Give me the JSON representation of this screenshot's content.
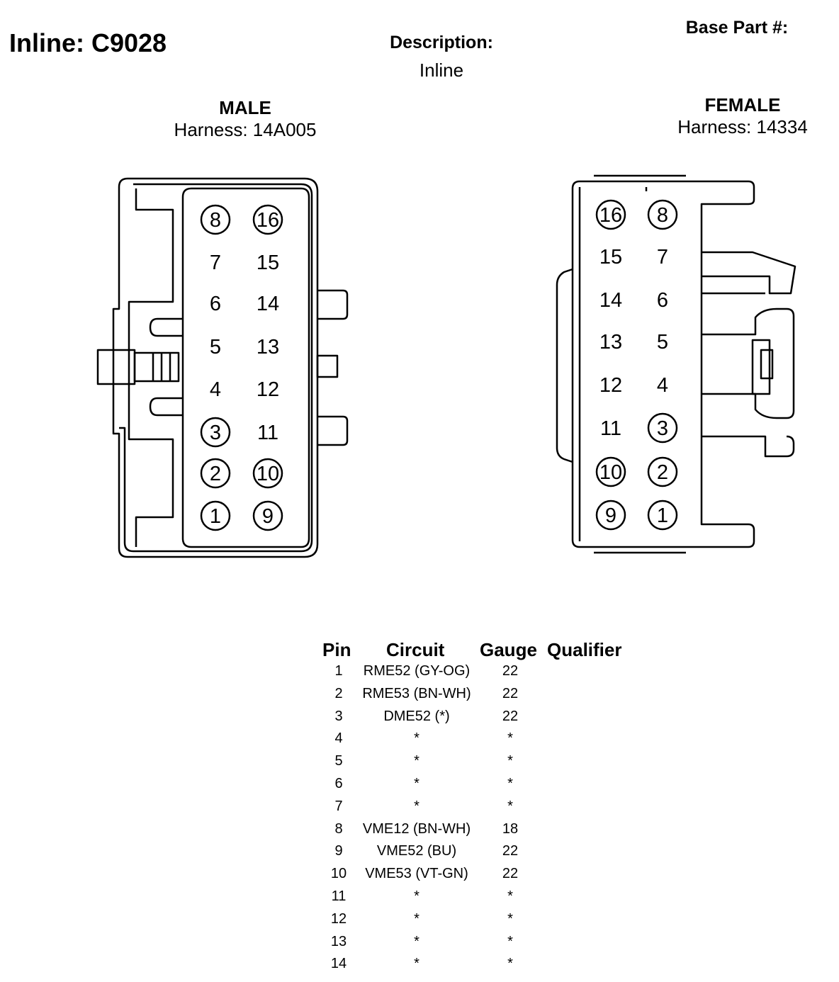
{
  "header": {
    "title": "Inline: C9028",
    "description_label": "Description:",
    "description_value": "Inline",
    "base_part_label": "Base Part #:"
  },
  "male": {
    "label": "MALE",
    "harness": "Harness: 14A005",
    "pin_rows": [
      [
        "8",
        "16"
      ],
      [
        "7",
        "15"
      ],
      [
        "6",
        "14"
      ],
      [
        "5",
        "13"
      ],
      [
        "4",
        "12"
      ],
      [
        "3",
        "11"
      ],
      [
        "2",
        "10"
      ],
      [
        "1",
        "9"
      ]
    ],
    "circled": [
      "8",
      "16",
      "3",
      "2",
      "10",
      "1",
      "9"
    ]
  },
  "female": {
    "label": "FEMALE",
    "harness": "Harness: 14334",
    "pin_rows": [
      [
        "16",
        "8"
      ],
      [
        "15",
        "7"
      ],
      [
        "14",
        "6"
      ],
      [
        "13",
        "5"
      ],
      [
        "12",
        "4"
      ],
      [
        "11",
        "3"
      ],
      [
        "10",
        "2"
      ],
      [
        "9",
        "1"
      ]
    ],
    "circled": [
      "16",
      "8",
      "3",
      "10",
      "2",
      "9",
      "1"
    ]
  },
  "table": {
    "headers": {
      "pin": "Pin",
      "circuit": "Circuit",
      "gauge": "Gauge",
      "qualifier": "Qualifier"
    },
    "rows": [
      {
        "pin": "1",
        "circuit": "RME52 (GY-OG)",
        "gauge": "22"
      },
      {
        "pin": "2",
        "circuit": "RME53 (BN-WH)",
        "gauge": "22"
      },
      {
        "pin": "3",
        "circuit": "DME52 (*)",
        "gauge": "22"
      },
      {
        "pin": "4",
        "circuit": "*",
        "gauge": "*"
      },
      {
        "pin": "5",
        "circuit": "*",
        "gauge": "*"
      },
      {
        "pin": "6",
        "circuit": "*",
        "gauge": "*"
      },
      {
        "pin": "7",
        "circuit": "*",
        "gauge": "*"
      },
      {
        "pin": "8",
        "circuit": "VME12 (BN-WH)",
        "gauge": "18"
      },
      {
        "pin": "9",
        "circuit": "VME52 (BU)",
        "gauge": "22"
      },
      {
        "pin": "10",
        "circuit": "VME53 (VT-GN)",
        "gauge": "22"
      },
      {
        "pin": "11",
        "circuit": "*",
        "gauge": "*"
      },
      {
        "pin": "12",
        "circuit": "*",
        "gauge": "*"
      },
      {
        "pin": "13",
        "circuit": "*",
        "gauge": "*"
      },
      {
        "pin": "14",
        "circuit": "*",
        "gauge": "*"
      }
    ]
  }
}
